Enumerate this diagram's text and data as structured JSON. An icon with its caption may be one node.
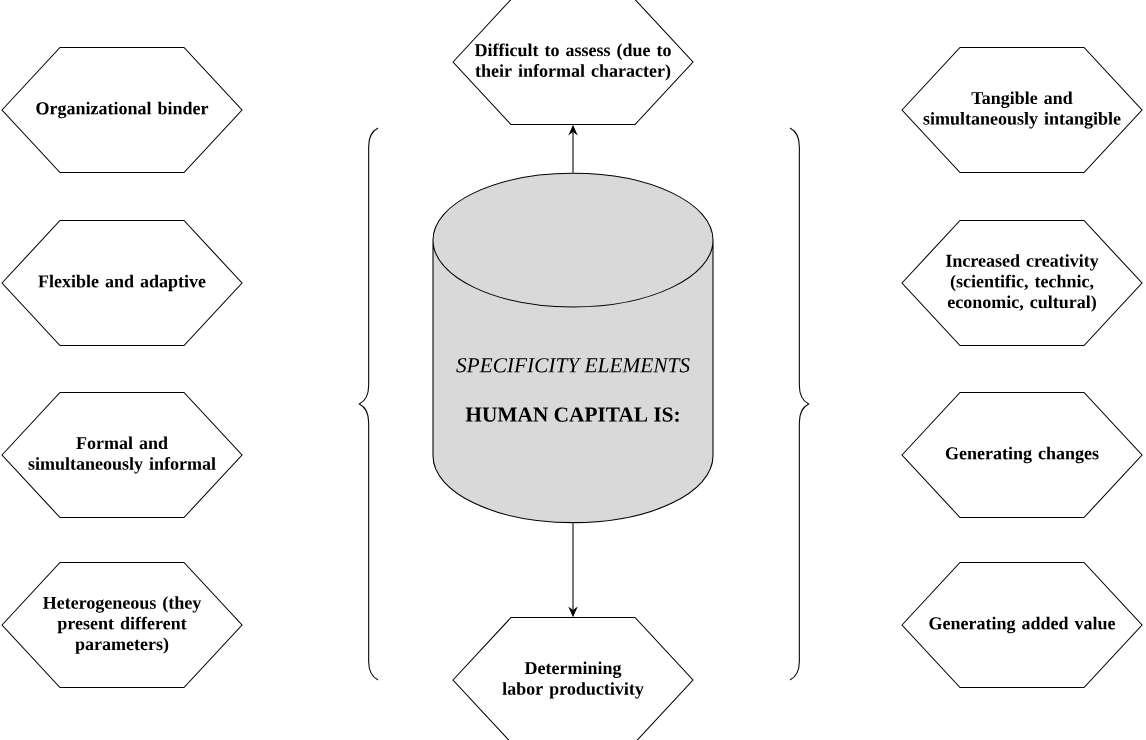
{
  "diagram": {
    "nodes": [
      {
        "text": [
          "SPECIFICITY ELEMENTS",
          "HUMAN CAPITAL IS:"
        ]
      },
      {
        "text": [
          "Organizational binder"
        ]
      },
      {
        "text": [
          "Difficult to assess (due to their informal character)"
        ]
      },
      {
        "text": [
          "Tangible and simultaneously intangible"
        ]
      },
      {
        "text": [
          "Flexible and adaptive"
        ]
      },
      {
        "text": [
          "Increased creativity (scientific, technic, economic, cultural)"
        ]
      },
      {
        "text": [
          "Formal and simultaneously informal"
        ]
      },
      {
        "text": [
          "Generating changes"
        ]
      },
      {
        "text": [
          "Heterogeneous (they present different parameters)"
        ]
      },
      {
        "text": [
          "Determining labor productivity"
        ]
      },
      {
        "text": [
          "Generating added value"
        ]
      }
    ],
    "edges": [
      {
        "from": 0,
        "to": 2,
        "arrow": "to"
      },
      {
        "from": 0,
        "to": 9,
        "arrow": "to"
      }
    ]
  }
}
